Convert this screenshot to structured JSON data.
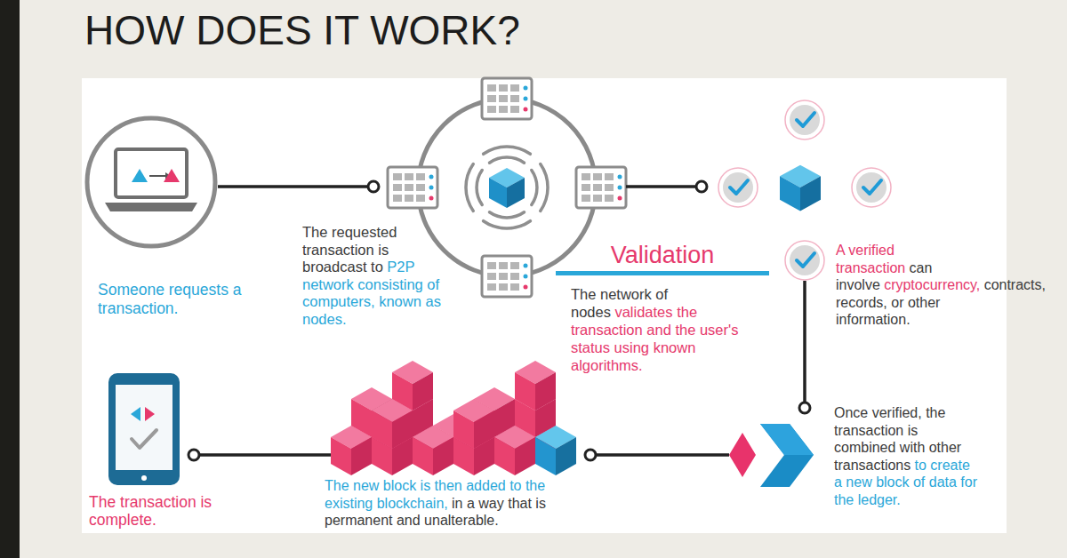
{
  "diagram": {
    "title": "HOW DOES IT WORK?",
    "nodes": [
      {
        "text": [
          "Someone requests a transaction."
        ]
      },
      {
        "text": [
          "The requested transaction is broadcast to",
          "P2P network consisting of computers, known as nodes."
        ]
      },
      {
        "text": [
          "Validation",
          "The network of nodes",
          "validates the transaction and the user's status using known algorithms."
        ]
      },
      {
        "text": [
          "A verified transaction",
          "can involve",
          "cryptocurrency,",
          "contracts, records, or other information."
        ]
      },
      {
        "text": [
          "Once verified, the transaction is combined with other transactions",
          "to create a new block of data for the ledger."
        ]
      },
      {
        "text": [
          "The new block is then added to the existing blockchain,",
          "in a way that is permanent and unalterable."
        ]
      },
      {
        "text": [
          "The transaction is complete."
        ]
      }
    ],
    "edges": [
      {
        "from": 0,
        "to": 1,
        "arrow": "none"
      },
      {
        "from": 1,
        "to": 2,
        "arrow": "none"
      },
      {
        "from": 3,
        "to": 4,
        "arrow": "none"
      },
      {
        "from": 4,
        "to": 5,
        "arrow": "none"
      },
      {
        "from": 5,
        "to": 6,
        "arrow": "none"
      }
    ]
  }
}
